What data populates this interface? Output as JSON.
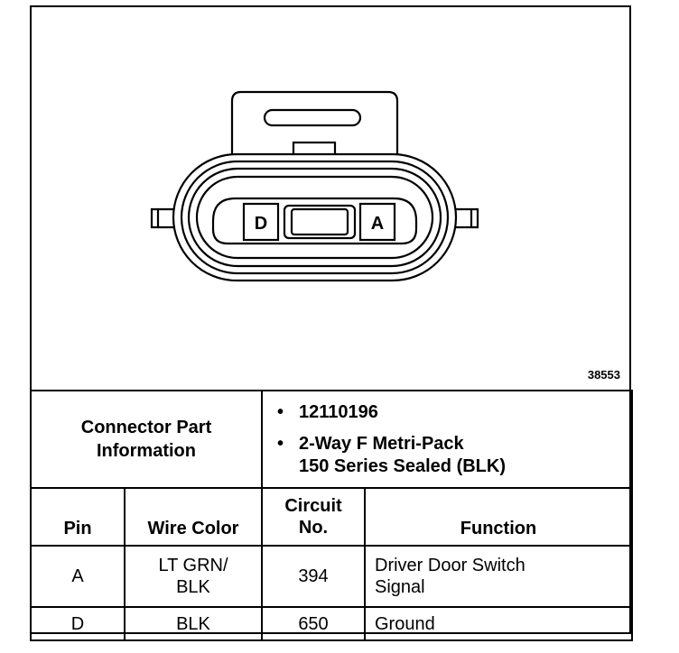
{
  "figure": {
    "number": "38553",
    "pins": {
      "left": "D",
      "right": "A"
    }
  },
  "connector_info": {
    "label": [
      "Connector Part",
      "Information"
    ],
    "part_number": "12110196",
    "description": [
      "2-Way F Metri-Pack",
      "150 Series Sealed (BLK)"
    ]
  },
  "table": {
    "headers": {
      "pin": "Pin",
      "wire_color": "Wire Color",
      "circuit": [
        "Circuit",
        "No."
      ],
      "function": "Function"
    },
    "rows": [
      {
        "pin": "A",
        "wire_color": [
          "LT GRN/",
          "BLK"
        ],
        "circuit": "394",
        "function": [
          "Driver Door Switch",
          "Signal"
        ]
      },
      {
        "pin": "D",
        "wire_color": [
          "BLK"
        ],
        "circuit": "650",
        "function": [
          "Ground"
        ]
      }
    ]
  }
}
